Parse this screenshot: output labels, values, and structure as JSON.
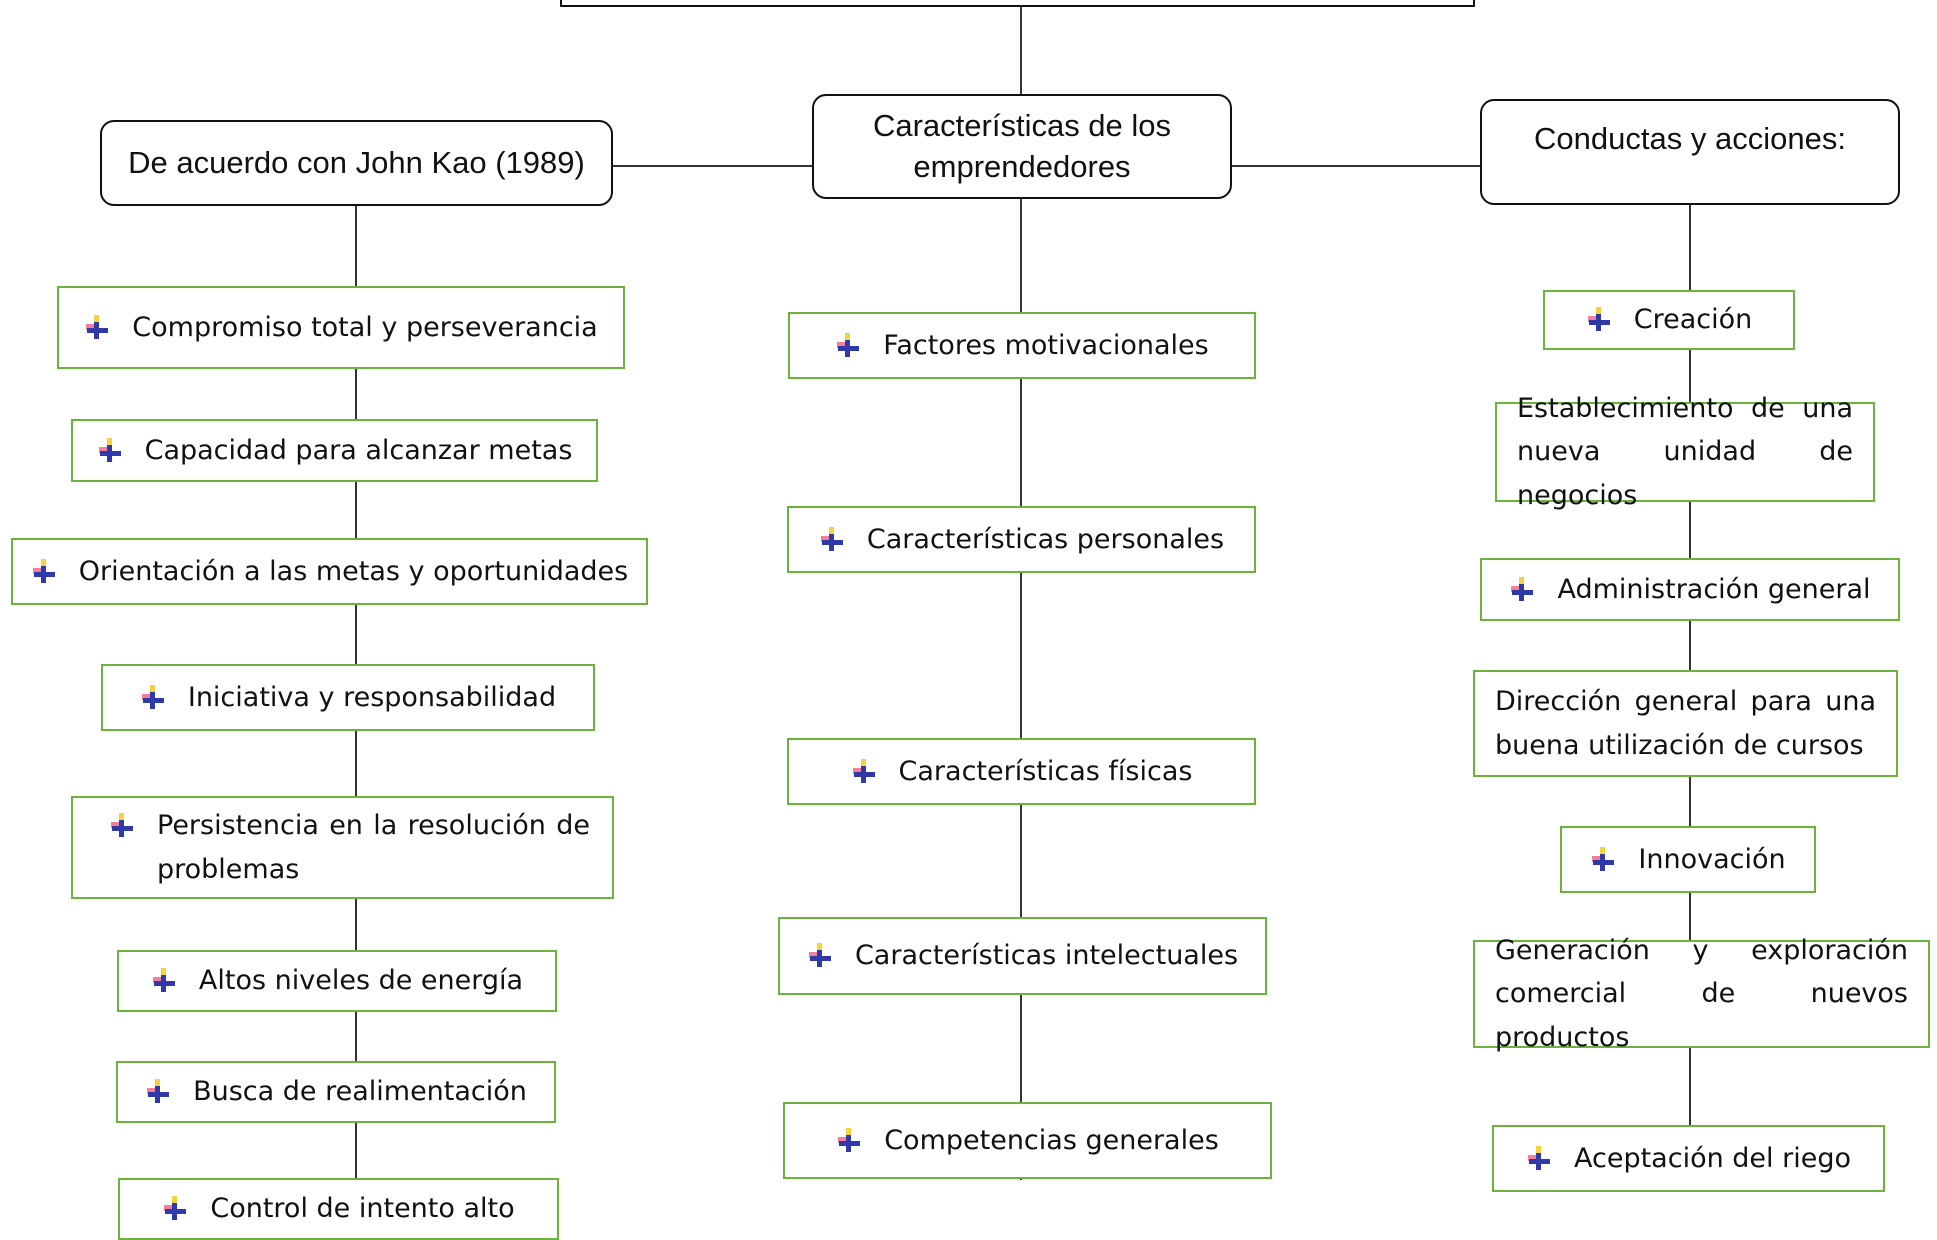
{
  "root": {
    "title": ""
  },
  "center": {
    "header": "Características de los emprendedores",
    "items": [
      "Factores motivacionales",
      "Características personales",
      "Características físicas",
      "Características intelectuales",
      "Competencias generales"
    ]
  },
  "left": {
    "header": "De acuerdo con John Kao (1989)",
    "items": [
      "Compromiso total  y perseverancia",
      "Capacidad para alcanzar metas",
      "Orientación a las metas y oportunidades",
      "Iniciativa y responsabilidad",
      "Persistencia en la resolución de problemas",
      "Altos niveles de energía",
      "Busca de realimentación",
      "Control de intento alto"
    ]
  },
  "right": {
    "header": "Conductas y acciones:",
    "items": [
      "Creación",
      "Establecimiento de una nueva unidad de negocios",
      "Administración general",
      "Dirección general para una buena utilización de cursos",
      "Innovación",
      "Generación y exploración comercial de nuevos productos",
      "Aceptación del riego"
    ]
  },
  "colors": {
    "header_border": "#111111",
    "item_border": "#6bb33a",
    "connector": "#333333",
    "bullet_colors": [
      "#f6d23c",
      "#f06a8a",
      "#2f3aa8"
    ]
  },
  "icons": {
    "bullet": "cross-bullet-icon"
  }
}
